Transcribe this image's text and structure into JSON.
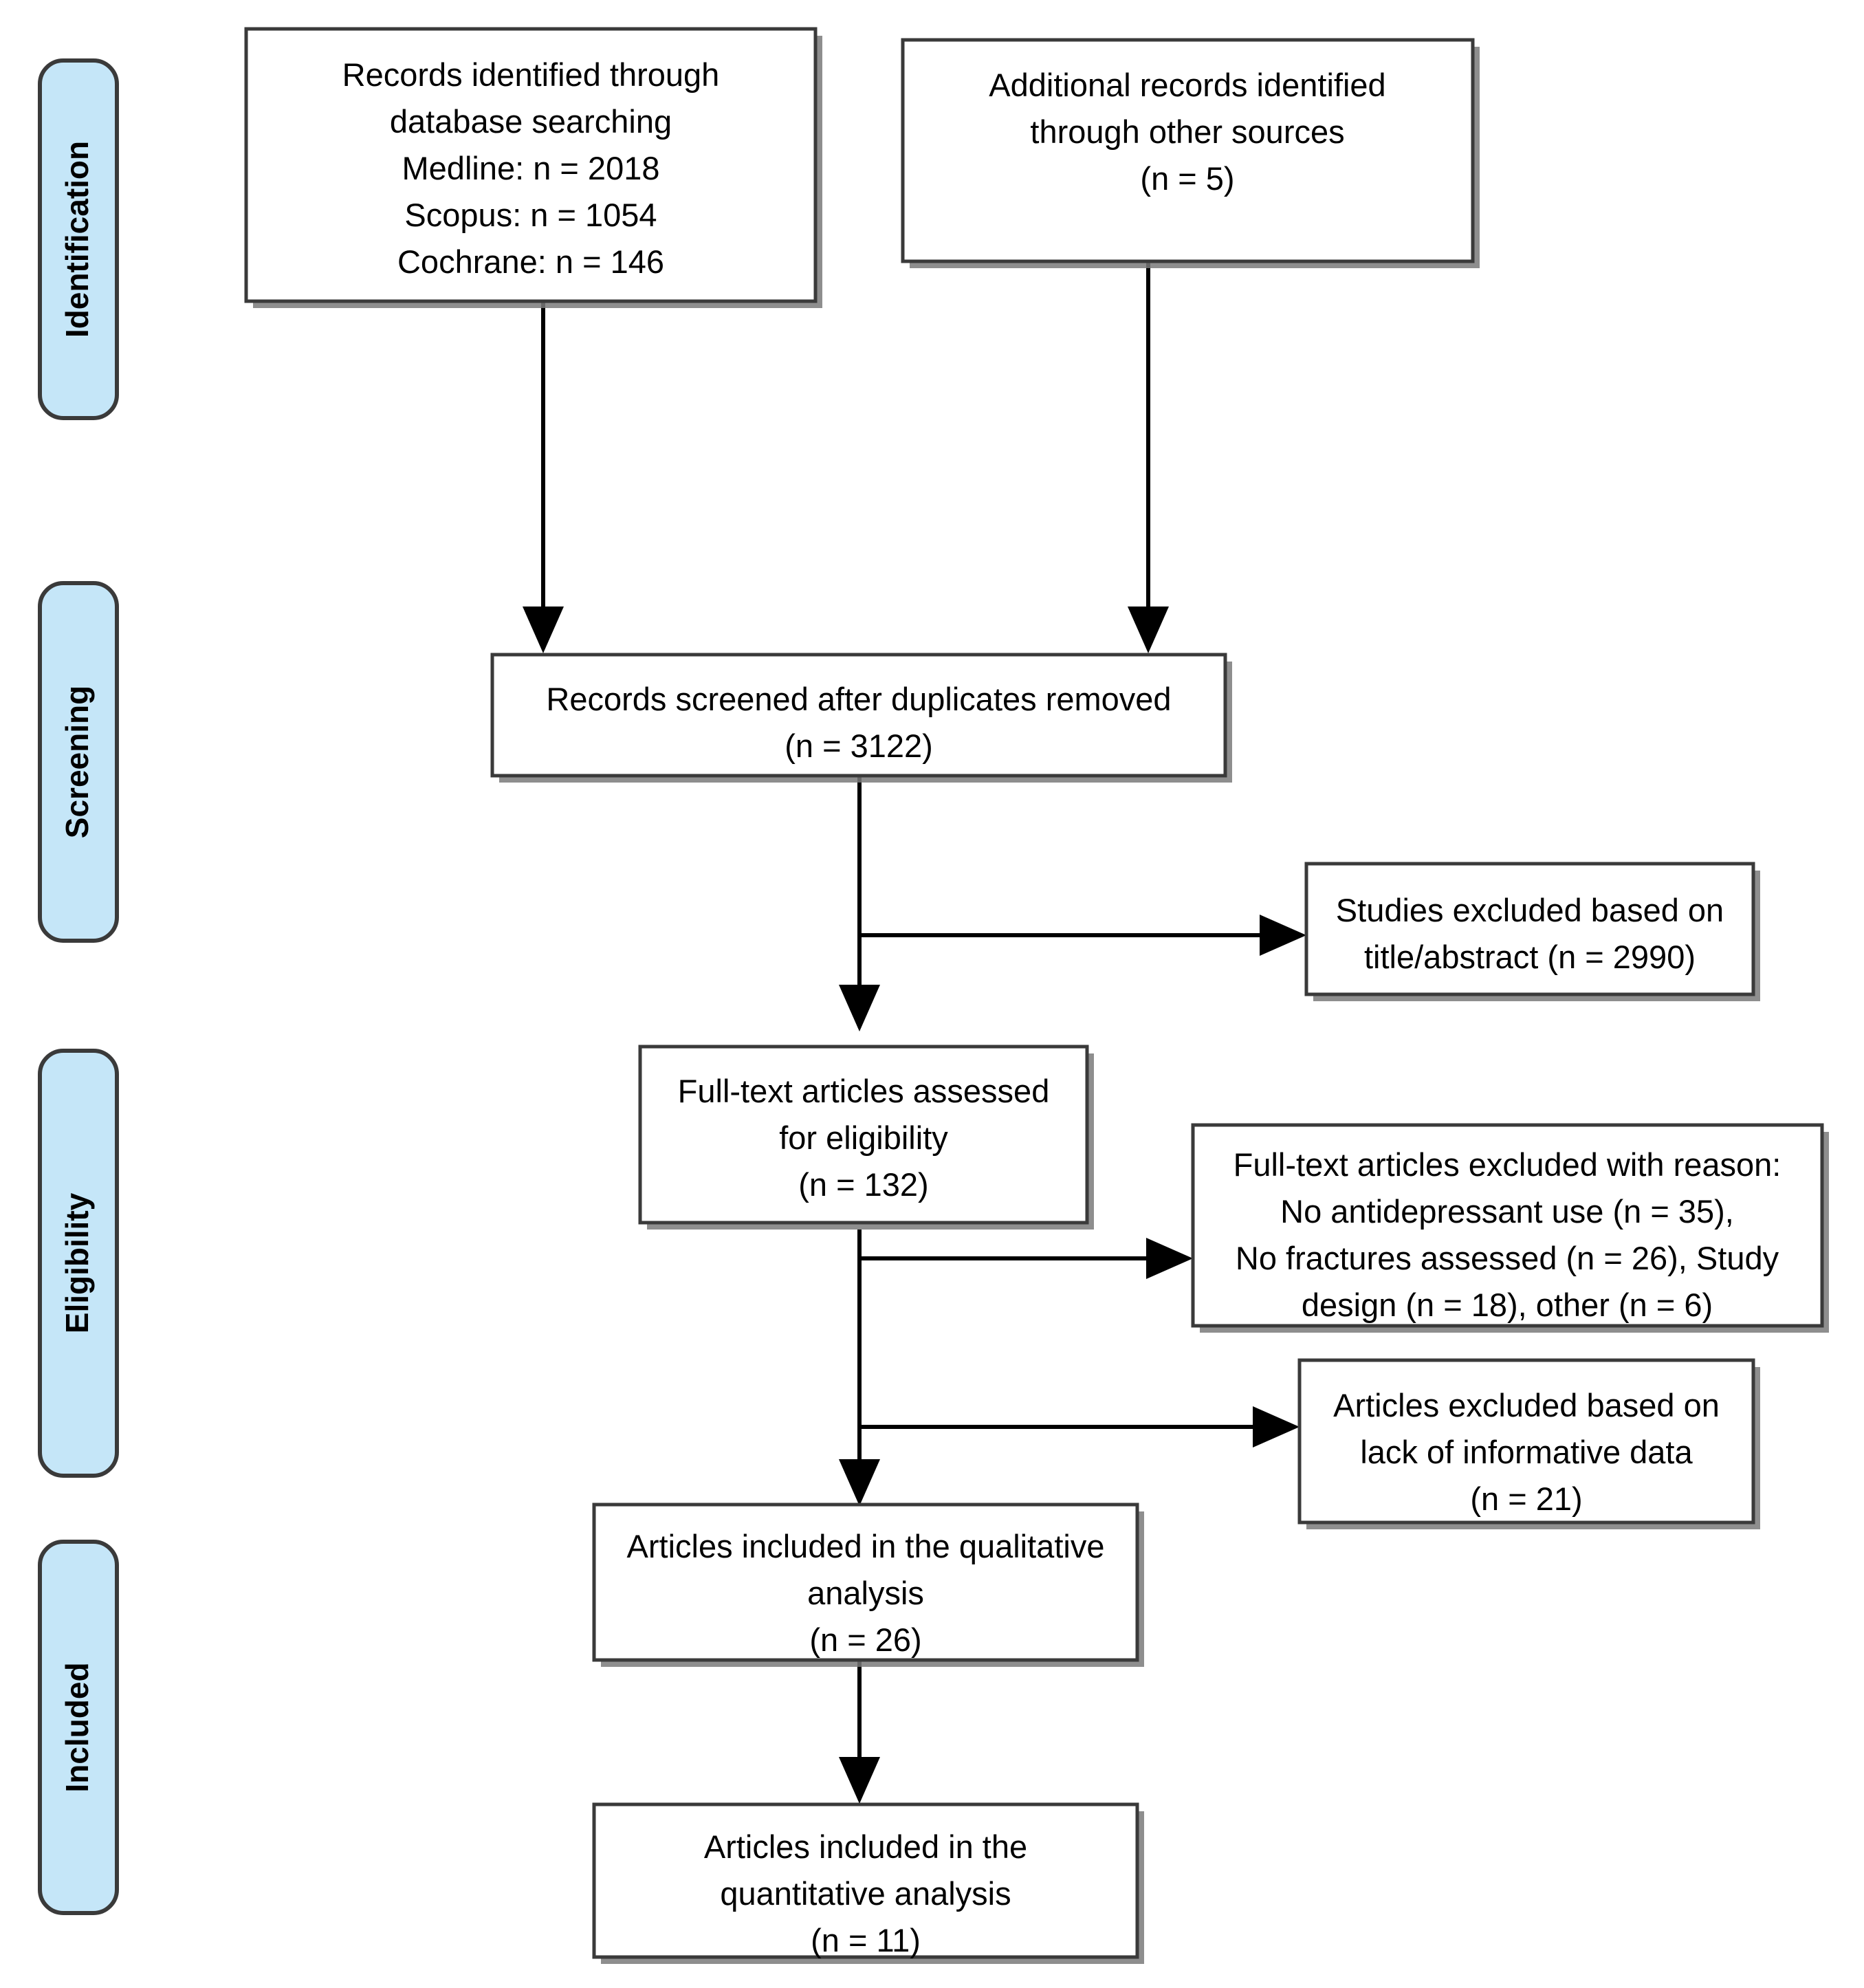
{
  "diagram": {
    "type": "prisma-flow-diagram",
    "title": "PRISMA study selection flow diagram",
    "accent_color": "#c5e6f8",
    "border_color": "#3a3a3a",
    "line_color": "#000000",
    "background_color": "#ffffff"
  },
  "stages": [
    {
      "id": "identification",
      "label": "Identification"
    },
    {
      "id": "screening",
      "label": "Screening"
    },
    {
      "id": "eligibility",
      "label": "Eligibility"
    },
    {
      "id": "included",
      "label": "Included"
    }
  ],
  "boxes": {
    "database_search": {
      "lines": [
        "Records identified through",
        "database searching",
        "Medline: n = 2018",
        "Scopus: n = 1054",
        "Cochrane: n = 146"
      ]
    },
    "other_sources": {
      "lines": [
        "Additional records identified",
        "through other sources",
        "(n = 5)"
      ]
    },
    "records_screened": {
      "lines": [
        "Records screened after duplicates removed",
        "(n = 3122)"
      ]
    },
    "excluded_title_abstract": {
      "lines": [
        "Studies excluded based on",
        "title/abstract (n = 2990)"
      ]
    },
    "fulltext_assessed": {
      "lines": [
        "Full-text articles assessed",
        "for eligibility",
        "(n = 132)"
      ]
    },
    "fulltext_excluded": {
      "lines": [
        "Full-text articles excluded with reason:",
        "No antidepressant use (n = 35),",
        "No fractures assessed (n = 26), Study",
        "design (n = 18), other (n = 6)"
      ]
    },
    "excluded_no_data": {
      "lines": [
        "Articles excluded based on",
        "lack of informative data",
        "(n = 21)"
      ]
    },
    "qualitative": {
      "lines": [
        "Articles included in the qualitative",
        "analysis",
        "(n = 26)"
      ]
    },
    "quantitative": {
      "lines": [
        "Articles included in the",
        "quantitative analysis",
        "(n = 11)"
      ]
    }
  },
  "counts": {
    "medline": 2018,
    "scopus": 1054,
    "cochrane": 146,
    "other_sources": 5,
    "records_screened": 3122,
    "excluded_title_abstract": 2990,
    "fulltext_assessed": 132,
    "excluded_no_antidepressant": 35,
    "excluded_no_fractures": 26,
    "excluded_study_design": 18,
    "excluded_other": 6,
    "excluded_no_informative_data": 21,
    "qualitative": 26,
    "quantitative": 11
  }
}
